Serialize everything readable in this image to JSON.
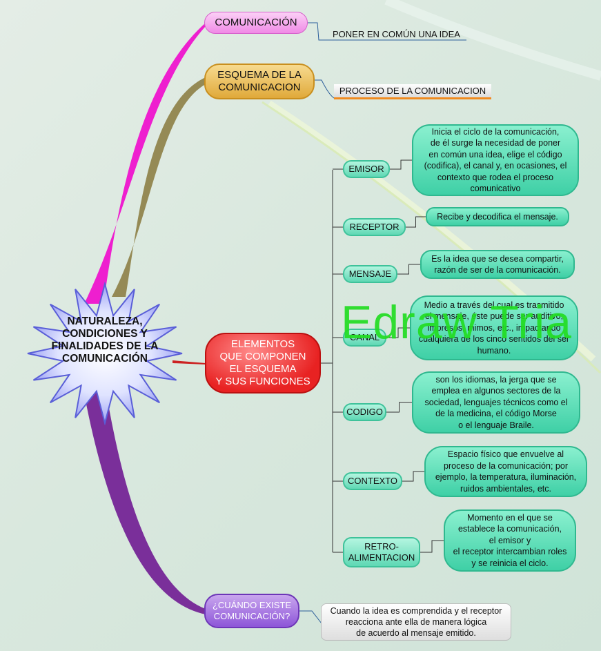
{
  "central": {
    "label": "NATURALEZA,\nCONDICIONES Y\nFINALIDADES DE LA\nCOMUNICACIÓN"
  },
  "branches": {
    "comunicacion": {
      "label": "COMUNICACIÓN",
      "note": "PONER EN COMÚN UNA IDEA"
    },
    "esquema": {
      "label": "ESQUEMA DE LA\nCOMUNICACION",
      "note": "PROCESO DE LA COMUNICACION"
    },
    "elementos": {
      "label": "ELEMENTOS\nQUE COMPONEN\nEL ESQUEMA\nY SUS FUNCIONES"
    },
    "cuando": {
      "label": "¿CUÁNDO EXISTE\nCOMUNICACIÓN?",
      "note": "Cuando la idea es comprendida y el receptor\nreacciona ante ella de manera lógica\nde acuerdo al mensaje emitido."
    }
  },
  "elements": [
    {
      "label": "EMISOR",
      "desc": "Inicia el ciclo de la comunicación,\nde él surge la necesidad de poner\nen común una idea, elige el código\n(codifica), el canal y, en ocasiones, el\ncontexto que rodea el proceso\ncomunicativo"
    },
    {
      "label": "RECEPTOR",
      "desc": "Recibe y decodifica el mensaje."
    },
    {
      "label": "MENSAJE",
      "desc": "Es la idea que se desea compartir,\nrazón de ser de la comunicación."
    },
    {
      "label": "CANAL",
      "desc": "Medio a través del cual es trasmitido\nel mensaje, éste puede ser auditivo,\nimpresos, mimos, etc., impactando\ncualquiera de los cinco sentidos del ser\nhumano."
    },
    {
      "label": "CODIGO",
      "desc": "son los idiomas, la jerga que se\nemplea en algunos sectores de la\nsociedad, lenguajes técnicos como el\nde la medicina, el código Morse\no el lenguaje Braile."
    },
    {
      "label": "CONTEXTO",
      "desc": "Espacio físico que envuelve al\nproceso de la comunicación; por\nejemplo, la temperatura, iluminación,\nruidos ambientales, etc."
    },
    {
      "label": "RETRO-\nALIMENTACION",
      "desc": "Momento en el que se\nestablece la comunicación,\nel emisor y\nel receptor intercambian roles\ny se reinicia el ciclo."
    }
  ],
  "watermark": "Edraw Tria",
  "colors": {
    "pink": "#f08ae6",
    "gold": "#e0a93a",
    "red": "#e82222",
    "purple": "#8d55d8",
    "teal": "#3fd0a6",
    "watermark": "#22dd22"
  }
}
